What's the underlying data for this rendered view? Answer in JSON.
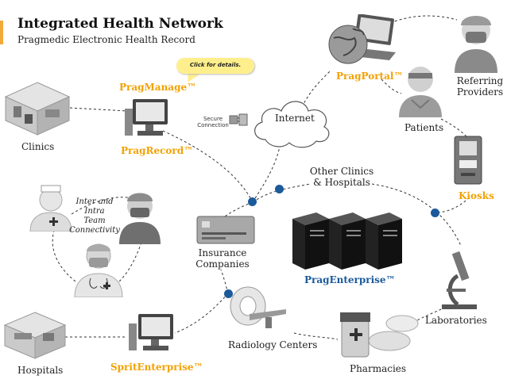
{
  "header": {
    "title": "Integrated Health Network",
    "subtitle": "Pragmedic Electronic Health Record"
  },
  "callout": {
    "text": "Click for details."
  },
  "products": {
    "prag_manage": "PragManage™",
    "prag_record": "PragRecord™",
    "prag_portal": "PragPortal™",
    "kiosks": "Kiosks",
    "prag_enterprise": "PragEnterprise™",
    "sprit_enterprise": "SpritEnterprise™"
  },
  "nodes": {
    "clinics": "Clinics",
    "internet": "Internet",
    "secure_connection_1": "Secure",
    "secure_connection_2": "Connection",
    "referring_providers_1": "Referring",
    "referring_providers_2": "Providers",
    "patients": "Patients",
    "other_clinics_1": "Other Clinics",
    "other_clinics_2": "& Hospitals",
    "inter_intra_1": "Inter and Intra",
    "inter_intra_2": "Team",
    "inter_intra_3": "Connectivity",
    "insurance_1": "Insurance",
    "insurance_2": "Companies",
    "laboratories": "Laboratories",
    "radiology": "Radiology Centers",
    "hospitals": "Hospitals",
    "pharmacies": "Pharmacies"
  },
  "colors": {
    "product_orange": "#f2a100",
    "enterprise_blue": "#1b5a9b",
    "callout_yellow": "#ffef8c",
    "accent_bar": "#f2a93b",
    "connector_dot": "#1b5a9b"
  },
  "icons": [
    "clinic-room-icon",
    "computer-monitor-icon",
    "cloud-icon",
    "secure-plug-icon",
    "globe-laptop-icon",
    "surgeon-icon",
    "patient-icon",
    "kiosk-icon",
    "nurse-icon",
    "doctor-icon",
    "credit-card-icon",
    "server-rack-icon",
    "microscope-icon",
    "ct-scanner-icon",
    "pills-icon",
    "hospital-room-icon"
  ]
}
